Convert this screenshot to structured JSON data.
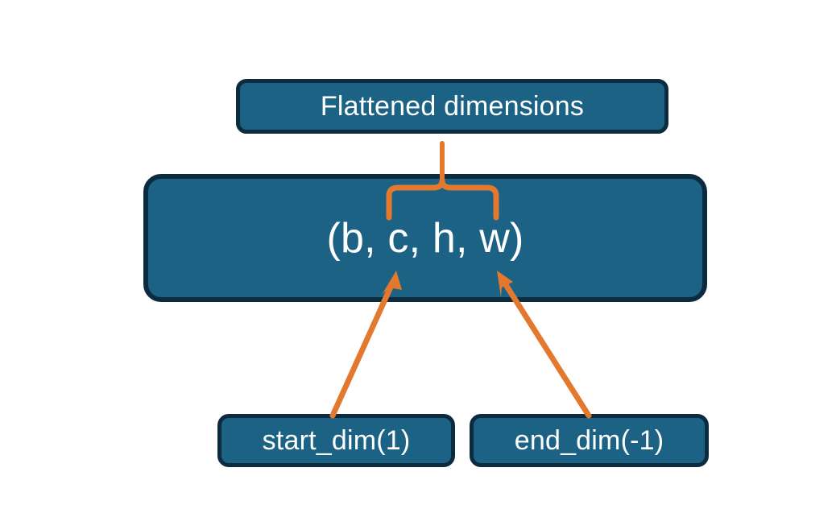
{
  "diagram": {
    "title_box": {
      "label": "Flattened dimensions"
    },
    "tensor_box": {
      "label": "(b, c, h, w)"
    },
    "start_box": {
      "label": "start_dim(1)"
    },
    "end_box": {
      "label": "end_dim(-1)"
    },
    "connectors": {
      "brace": "curly-brace-connector",
      "arrow_start": "arrow-start-dim-to-c",
      "arrow_end": "arrow-end-dim-to-w"
    },
    "colors": {
      "box_fill": "#1b6285",
      "box_border": "#0d2b3e",
      "accent": "#e2792e",
      "text": "#ffffff",
      "background": "#ffffff"
    }
  }
}
